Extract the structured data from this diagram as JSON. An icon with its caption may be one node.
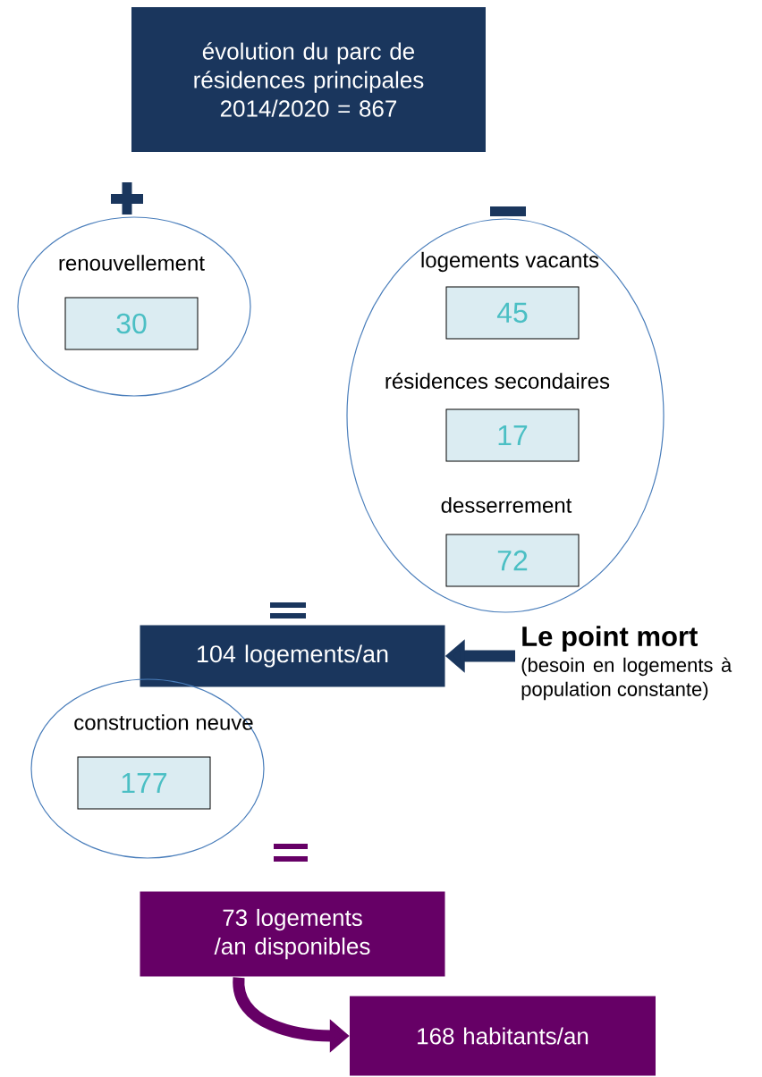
{
  "diagram": {
    "nodes": [
      {
        "text": [
          "évolution du parc de résidences principales 2014/2020 = 867"
        ]
      },
      {
        "text": [
          "renouvellement"
        ]
      },
      {
        "text": [
          "30"
        ],
        "in": 1
      },
      {
        "text": [
          "logements vacants",
          "résidences secondaires",
          "desserrement"
        ]
      },
      {
        "text": [
          "45"
        ],
        "in": 3
      },
      {
        "text": [
          "17"
        ],
        "in": 3
      },
      {
        "text": [
          "72"
        ],
        "in": 3
      },
      {
        "text": [
          "104 logements/an"
        ]
      },
      {
        "text": [
          "Le point mort",
          "(besoin en logements à population constante)"
        ]
      },
      {
        "text": [
          "construction neuve"
        ]
      },
      {
        "text": [
          "177"
        ],
        "in": 9
      },
      {
        "text": [
          "73 logements /an disponibles"
        ]
      },
      {
        "text": [
          "168 habitants/an"
        ]
      }
    ],
    "edges": [
      {
        "from": 8,
        "to": 7,
        "arrow": "to",
        "color": "#1a365d"
      },
      {
        "from": 11,
        "to": 12,
        "arrow": "to",
        "color": "#660066"
      }
    ]
  }
}
